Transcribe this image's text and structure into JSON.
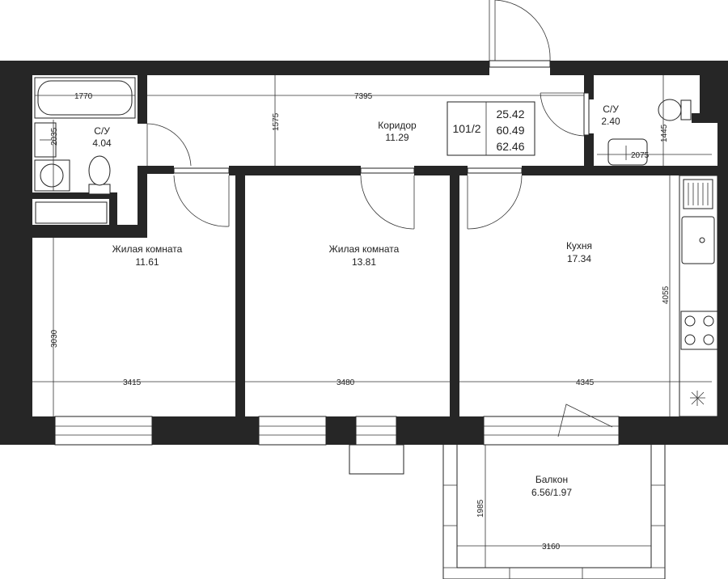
{
  "apartment": {
    "number": "101/2",
    "areas": [
      "25.42",
      "60.49",
      "62.46"
    ]
  },
  "rooms": {
    "bath1": {
      "name": "С/У",
      "area": "4.04"
    },
    "corridor": {
      "name": "Коридор",
      "area": "11.29"
    },
    "bath2": {
      "name": "С/У",
      "area": "2.40"
    },
    "living1": {
      "name": "Жилая комната",
      "area": "11.61"
    },
    "living2": {
      "name": "Жилая комната",
      "area": "13.81"
    },
    "kitchen": {
      "name": "Кухня",
      "area": "17.34"
    },
    "balcony": {
      "name": "Балкон",
      "area": "6.56/1.97"
    }
  },
  "dimensions": {
    "bath1_w": "1770",
    "bath1_h": "2035",
    "corridor_w": "7395",
    "corridor_h": "1575",
    "bath2_h": "1445",
    "bath2_w": "2075",
    "living1_h": "3030",
    "living1_w": "3415",
    "living2_w": "3480",
    "kitchen_w": "4345",
    "kitchen_h": "4055",
    "balcony_h": "1985",
    "balcony_w": "3160"
  }
}
